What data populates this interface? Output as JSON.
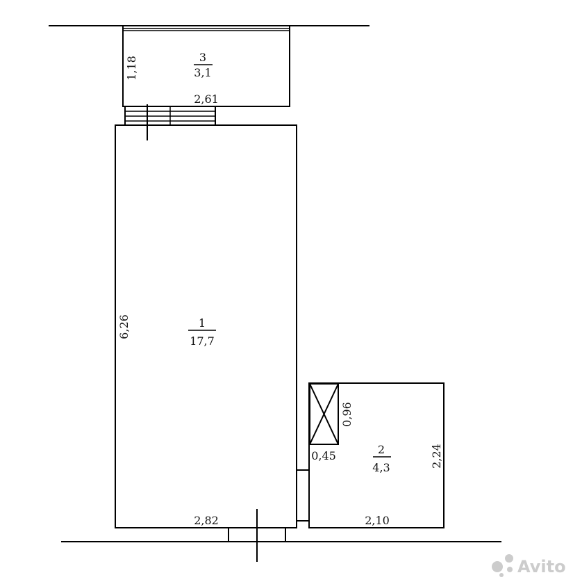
{
  "rooms": [
    {
      "number": "1",
      "area": "17,7"
    },
    {
      "number": "2",
      "area": "4,3"
    },
    {
      "number": "3",
      "area": "3,1"
    }
  ],
  "dimensions": {
    "room3_height": "1,18",
    "room3_width": "2,61",
    "room1_height": "6,26",
    "room1_width": "2,82",
    "room2_height": "2,24",
    "room2_width": "2,10",
    "shaft_height": "0,96",
    "shaft_width": "0,45"
  },
  "watermark": {
    "text": "Avito",
    "icon": "avito-logo-icon",
    "color": "#cccccc"
  }
}
